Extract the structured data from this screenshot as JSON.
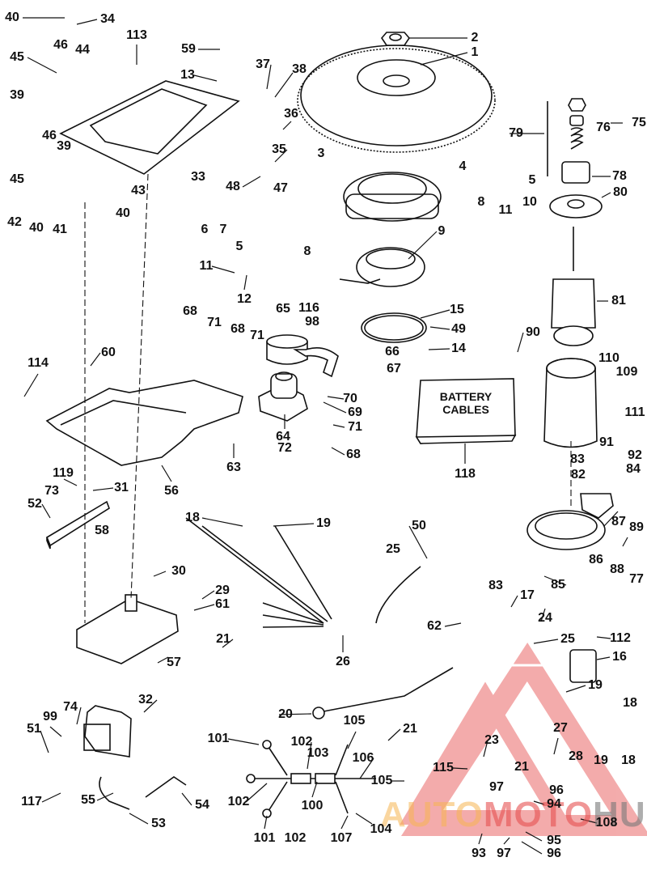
{
  "diagram": {
    "title": "Outboard electrical components exploded parts diagram",
    "boxed_label": {
      "line1": "BATTERY",
      "line2": "CABLES",
      "ref": "118"
    },
    "watermark": {
      "part1": "AUTO",
      "part2": "MOTO",
      "part3": "HUB",
      "colors": [
        "#f5b450",
        "#e65050",
        "#787878"
      ]
    },
    "callouts": [
      {
        "id": "c40a",
        "text": "40"
      },
      {
        "id": "c34",
        "text": "34"
      },
      {
        "id": "c113",
        "text": "113"
      },
      {
        "id": "c59",
        "text": "59"
      },
      {
        "id": "c2",
        "text": "2"
      },
      {
        "id": "c1",
        "text": "1"
      },
      {
        "id": "c45a",
        "text": "45"
      },
      {
        "id": "c46a",
        "text": "46"
      },
      {
        "id": "c44",
        "text": "44"
      },
      {
        "id": "c13",
        "text": "13"
      },
      {
        "id": "c37",
        "text": "37"
      },
      {
        "id": "c38",
        "text": "38"
      },
      {
        "id": "c39a",
        "text": "39"
      },
      {
        "id": "c36",
        "text": "36"
      },
      {
        "id": "c46b",
        "text": "46"
      },
      {
        "id": "c39b",
        "text": "39"
      },
      {
        "id": "c35",
        "text": "35"
      },
      {
        "id": "c3",
        "text": "3"
      },
      {
        "id": "c45b",
        "text": "45"
      },
      {
        "id": "c33",
        "text": "33"
      },
      {
        "id": "c43",
        "text": "43"
      },
      {
        "id": "c48",
        "text": "48"
      },
      {
        "id": "c47",
        "text": "47"
      },
      {
        "id": "c42",
        "text": "42"
      },
      {
        "id": "c40b",
        "text": "40"
      },
      {
        "id": "c41",
        "text": "41"
      },
      {
        "id": "c40c",
        "text": "40"
      },
      {
        "id": "c6",
        "text": "6"
      },
      {
        "id": "c7",
        "text": "7"
      },
      {
        "id": "c4",
        "text": "4"
      },
      {
        "id": "c5a",
        "text": "5"
      },
      {
        "id": "c8a",
        "text": "8"
      },
      {
        "id": "c10",
        "text": "10"
      },
      {
        "id": "c11a",
        "text": "11"
      },
      {
        "id": "c5b",
        "text": "5"
      },
      {
        "id": "c8b",
        "text": "8"
      },
      {
        "id": "c9",
        "text": "9"
      },
      {
        "id": "c11b",
        "text": "11"
      },
      {
        "id": "c12",
        "text": "12"
      },
      {
        "id": "c79",
        "text": "79"
      },
      {
        "id": "c76",
        "text": "76"
      },
      {
        "id": "c75",
        "text": "75"
      },
      {
        "id": "c78",
        "text": "78"
      },
      {
        "id": "c80",
        "text": "80"
      },
      {
        "id": "c81",
        "text": "81"
      },
      {
        "id": "c68a",
        "text": "68"
      },
      {
        "id": "c71a",
        "text": "71"
      },
      {
        "id": "c68b",
        "text": "68"
      },
      {
        "id": "c71b",
        "text": "71"
      },
      {
        "id": "c65",
        "text": "65"
      },
      {
        "id": "c116",
        "text": "116"
      },
      {
        "id": "c98",
        "text": "98"
      },
      {
        "id": "c15",
        "text": "15"
      },
      {
        "id": "c49",
        "text": "49"
      },
      {
        "id": "c14",
        "text": "14"
      },
      {
        "id": "c66",
        "text": "66"
      },
      {
        "id": "c67",
        "text": "67"
      },
      {
        "id": "c60",
        "text": "60"
      },
      {
        "id": "c114",
        "text": "114"
      },
      {
        "id": "c70",
        "text": "70"
      },
      {
        "id": "c69",
        "text": "69"
      },
      {
        "id": "c71c",
        "text": "71"
      },
      {
        "id": "c68c",
        "text": "68"
      },
      {
        "id": "c64",
        "text": "64"
      },
      {
        "id": "c72",
        "text": "72"
      },
      {
        "id": "c63",
        "text": "63"
      },
      {
        "id": "c56",
        "text": "56"
      },
      {
        "id": "c90",
        "text": "90"
      },
      {
        "id": "c110",
        "text": "110"
      },
      {
        "id": "c109",
        "text": "109"
      },
      {
        "id": "c111",
        "text": "111"
      },
      {
        "id": "c91",
        "text": "91"
      },
      {
        "id": "c92",
        "text": "92"
      },
      {
        "id": "c83a",
        "text": "83"
      },
      {
        "id": "c84",
        "text": "84"
      },
      {
        "id": "c82",
        "text": "82"
      },
      {
        "id": "c118",
        "text": "118"
      },
      {
        "id": "c119",
        "text": "119"
      },
      {
        "id": "c73",
        "text": "73"
      },
      {
        "id": "c31",
        "text": "31"
      },
      {
        "id": "c52",
        "text": "52"
      },
      {
        "id": "c58",
        "text": "58"
      },
      {
        "id": "c18a",
        "text": "18"
      },
      {
        "id": "c19a",
        "text": "19"
      },
      {
        "id": "c50",
        "text": "50"
      },
      {
        "id": "c25a",
        "text": "25"
      },
      {
        "id": "c87",
        "text": "87"
      },
      {
        "id": "c89",
        "text": "89"
      },
      {
        "id": "c86",
        "text": "86"
      },
      {
        "id": "c88",
        "text": "88"
      },
      {
        "id": "c77",
        "text": "77"
      },
      {
        "id": "c83b",
        "text": "83"
      },
      {
        "id": "c85",
        "text": "85"
      },
      {
        "id": "c30",
        "text": "30"
      },
      {
        "id": "c29",
        "text": "29"
      },
      {
        "id": "c61",
        "text": "61"
      },
      {
        "id": "c17",
        "text": "17"
      },
      {
        "id": "c24",
        "text": "24"
      },
      {
        "id": "c62",
        "text": "62"
      },
      {
        "id": "c25b",
        "text": "25"
      },
      {
        "id": "c112",
        "text": "112"
      },
      {
        "id": "c21a",
        "text": "21"
      },
      {
        "id": "c57",
        "text": "57"
      },
      {
        "id": "c26",
        "text": "26"
      },
      {
        "id": "c16",
        "text": "16"
      },
      {
        "id": "c32",
        "text": "32"
      },
      {
        "id": "c19b",
        "text": "19"
      },
      {
        "id": "c18b",
        "text": "18"
      },
      {
        "id": "c20",
        "text": "20"
      },
      {
        "id": "c21b",
        "text": "21"
      },
      {
        "id": "c74",
        "text": "74"
      },
      {
        "id": "c99",
        "text": "99"
      },
      {
        "id": "c51",
        "text": "51"
      },
      {
        "id": "c105a",
        "text": "105"
      },
      {
        "id": "c27",
        "text": "27"
      },
      {
        "id": "c101a",
        "text": "101"
      },
      {
        "id": "c102a",
        "text": "102"
      },
      {
        "id": "c23",
        "text": "23"
      },
      {
        "id": "c103",
        "text": "103"
      },
      {
        "id": "c106",
        "text": "106"
      },
      {
        "id": "c28",
        "text": "28"
      },
      {
        "id": "c21c",
        "text": "21"
      },
      {
        "id": "c19c",
        "text": "19"
      },
      {
        "id": "c18c",
        "text": "18"
      },
      {
        "id": "c115",
        "text": "115"
      },
      {
        "id": "c105b",
        "text": "105"
      },
      {
        "id": "c97a",
        "text": "97"
      },
      {
        "id": "c96a",
        "text": "96"
      },
      {
        "id": "c117",
        "text": "117"
      },
      {
        "id": "c55",
        "text": "55"
      },
      {
        "id": "c54",
        "text": "54"
      },
      {
        "id": "c102b",
        "text": "102"
      },
      {
        "id": "c100",
        "text": "100"
      },
      {
        "id": "c94",
        "text": "94"
      },
      {
        "id": "c108",
        "text": "108"
      },
      {
        "id": "c53",
        "text": "53"
      },
      {
        "id": "c101b",
        "text": "101"
      },
      {
        "id": "c102c",
        "text": "102"
      },
      {
        "id": "c107",
        "text": "107"
      },
      {
        "id": "c104",
        "text": "104"
      },
      {
        "id": "c95",
        "text": "95"
      },
      {
        "id": "c93",
        "text": "93"
      },
      {
        "id": "c97b",
        "text": "97"
      },
      {
        "id": "c96b",
        "text": "96"
      }
    ]
  }
}
